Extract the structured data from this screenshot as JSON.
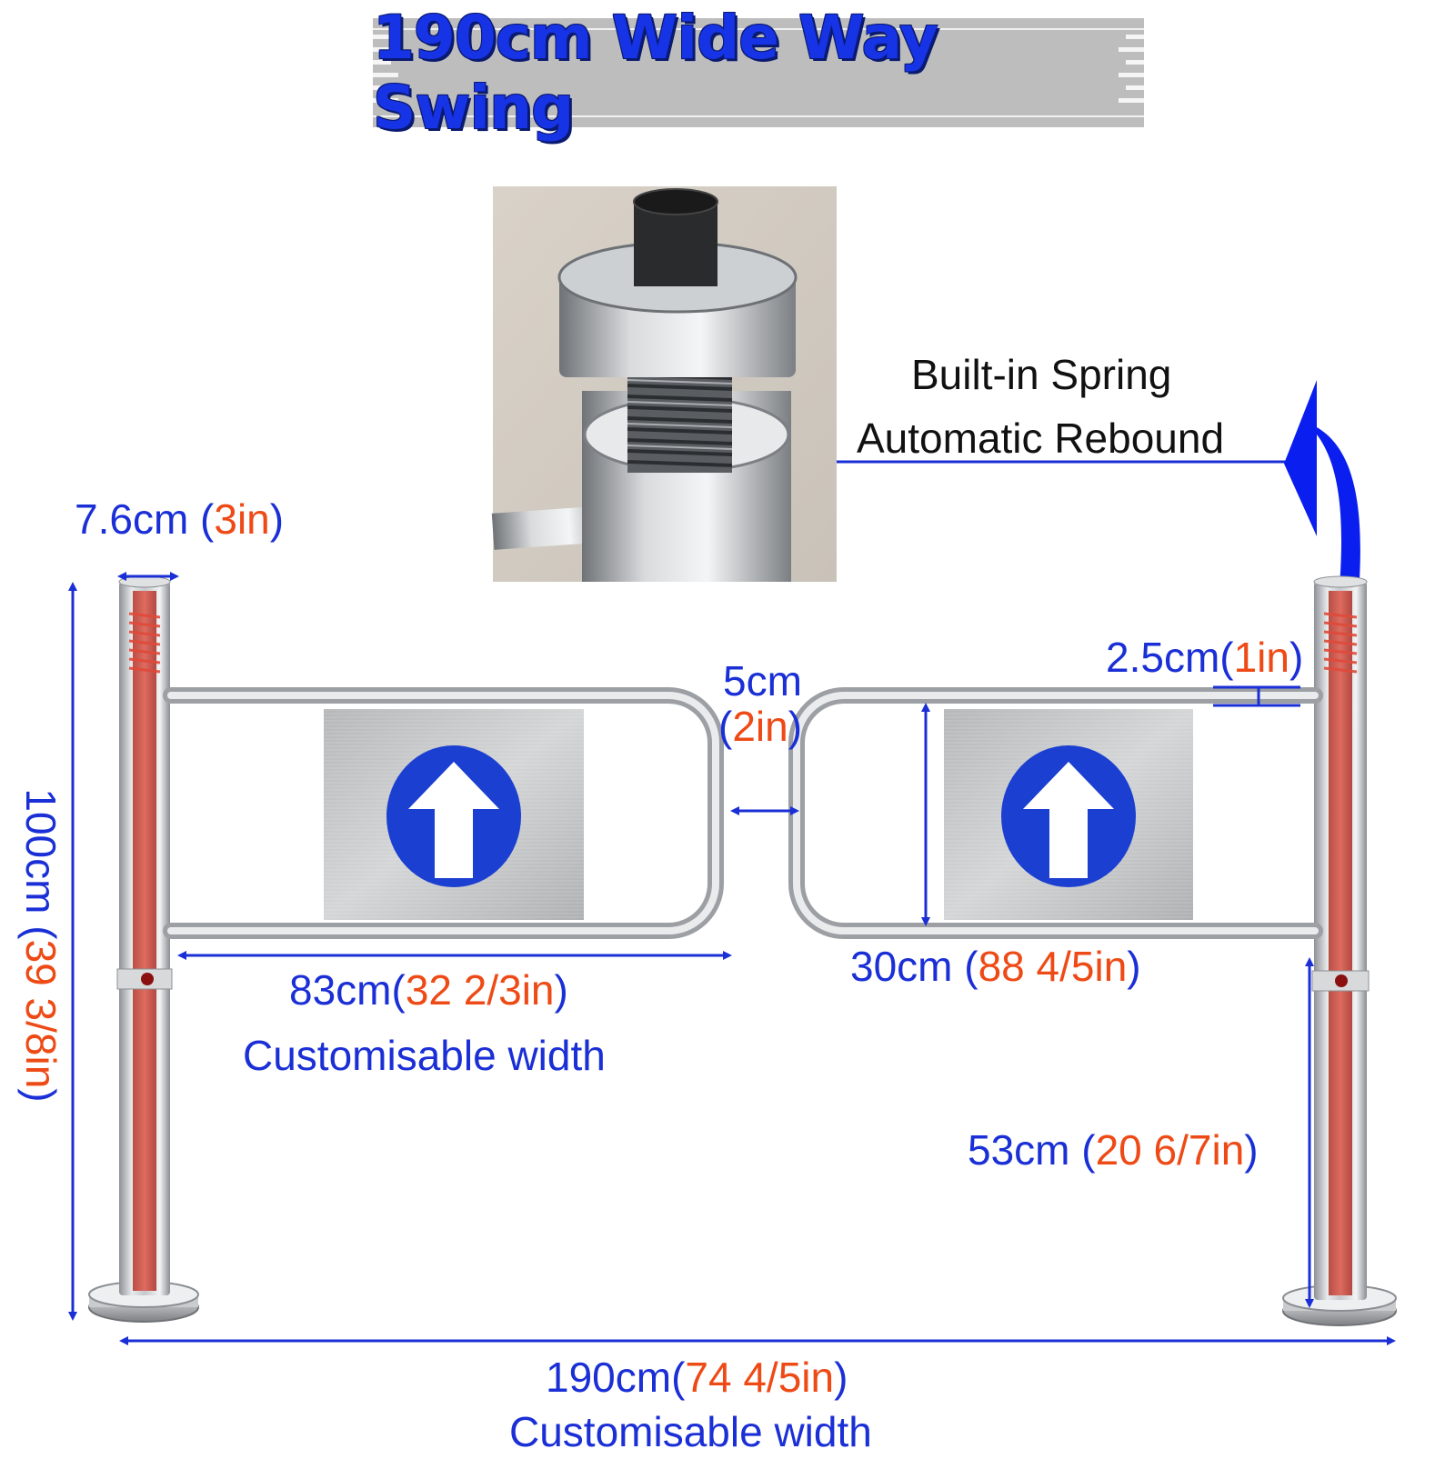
{
  "title": "190cm Wide Way Swing",
  "callout": {
    "line1": "Built-in Spring",
    "line2": "Automatic Rebound"
  },
  "dimensions": {
    "post_diameter": {
      "metric": "7.6cm",
      "imperial": "3in"
    },
    "total_height": {
      "metric": "100cm",
      "imperial": "39 3/8in"
    },
    "gap": {
      "metric": "5cm",
      "imperial": "2in"
    },
    "tube_diameter": {
      "metric": "2.5cm",
      "imperial": "1in"
    },
    "arm_length": {
      "metric": "83cm",
      "imperial": "32 2/3in",
      "note": "Customisable width"
    },
    "panel_height": {
      "metric": "30cm",
      "imperial": "88 4/5in"
    },
    "arm_height_from_floor": {
      "metric": "53cm",
      "imperial": "20 6/7in"
    },
    "total_width": {
      "metric": "190cm",
      "imperial": "74 4/5in",
      "note": "Customisable width"
    }
  },
  "colors": {
    "dimension_blue": "#1a2fd6",
    "imperial_orange": "#ee4a16",
    "sign_blue": "#1b3fd1",
    "banner_gray": "#b9b9b9",
    "post_red": "#d84a3c",
    "steel": "#c7c9cb"
  },
  "icons": {
    "sign": "up-arrow-circle-icon",
    "rebound": "curved-arrow-icon"
  }
}
